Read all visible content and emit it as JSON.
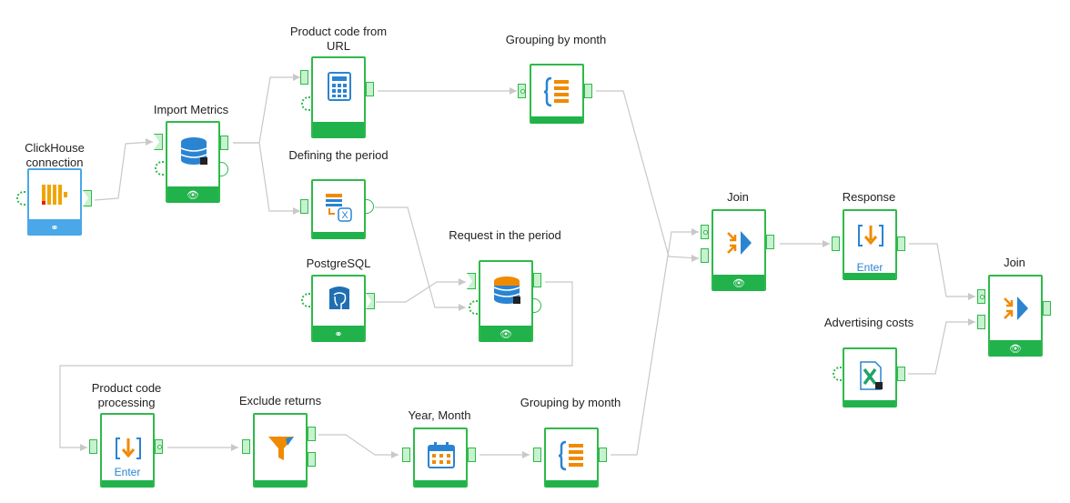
{
  "nodes": {
    "clickhouse": {
      "title": "ClickHouse connection"
    },
    "import_metrics": {
      "title": "Import Metrics"
    },
    "product_code_url": {
      "title": "Product code from URL"
    },
    "defining_period": {
      "title": "Defining the period"
    },
    "postgresql": {
      "title": "PostgreSQL"
    },
    "request_period": {
      "title": "Request in the period"
    },
    "grouping_month_top": {
      "title": "Grouping by month"
    },
    "join_main": {
      "title": "Join"
    },
    "response": {
      "title": "Response",
      "action": "Enter"
    },
    "advertising_costs": {
      "title": "Advertising costs"
    },
    "join_final": {
      "title": "Join"
    },
    "product_code_processing": {
      "title": "Product code processing",
      "action": "Enter"
    },
    "exclude_returns": {
      "title": "Exclude returns"
    },
    "year_month": {
      "title": "Year, Month"
    },
    "grouping_month_bottom": {
      "title": "Grouping by month"
    }
  },
  "colors": {
    "node_border": "#2fb94a",
    "node_footer": "#21b24b",
    "connection_node": "#4aa8e8",
    "link": "#c8c8c8",
    "icon_blue": "#2a84d2",
    "icon_orange": "#f08a00"
  },
  "icons": {
    "clickhouse": "clickhouse-logo-icon",
    "import_metrics": "database-icon",
    "product_code_url": "calculator-icon",
    "defining_period": "table-variable-icon",
    "postgresql": "postgresql-elephant-icon",
    "request_period": "database-icon",
    "grouping": "grouping-brace-icon",
    "join": "join-arrows-icon",
    "response": "enter-arrow-icon",
    "advertising_costs": "excel-icon",
    "exclude_returns": "filter-funnel-icon",
    "year_month": "calendar-icon",
    "footer_eye": "eye-icon",
    "footer_link": "link-icon"
  }
}
